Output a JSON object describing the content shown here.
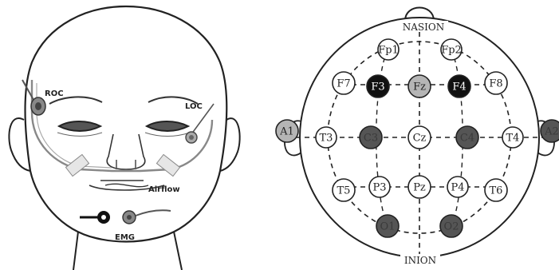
{
  "face": {
    "labels": {
      "roc": "ROC",
      "loc": "LOC",
      "airflow": "Airflow",
      "emg": "EMG"
    }
  },
  "montage": {
    "nasion": "NASION",
    "inion": "INION",
    "colors": {
      "black": "#111111",
      "dark": "#555555",
      "gray": "#b5b5b5",
      "white": "#ffffff"
    },
    "electrodes": [
      {
        "label": "Fp1",
        "fill": "white"
      },
      {
        "label": "Fp2",
        "fill": "white"
      },
      {
        "label": "F7",
        "fill": "white"
      },
      {
        "label": "F3",
        "fill": "black"
      },
      {
        "label": "Fz",
        "fill": "gray"
      },
      {
        "label": "F4",
        "fill": "black"
      },
      {
        "label": "F8",
        "fill": "white"
      },
      {
        "label": "A1",
        "fill": "gray"
      },
      {
        "label": "T3",
        "fill": "white"
      },
      {
        "label": "C3",
        "fill": "dark"
      },
      {
        "label": "Cz",
        "fill": "white"
      },
      {
        "label": "C4",
        "fill": "dark"
      },
      {
        "label": "T4",
        "fill": "white"
      },
      {
        "label": "A2",
        "fill": "dark"
      },
      {
        "label": "T5",
        "fill": "white"
      },
      {
        "label": "P3",
        "fill": "white"
      },
      {
        "label": "Pz",
        "fill": "white"
      },
      {
        "label": "P4",
        "fill": "white"
      },
      {
        "label": "T6",
        "fill": "white"
      },
      {
        "label": "O1",
        "fill": "dark"
      },
      {
        "label": "O2",
        "fill": "dark"
      }
    ]
  }
}
